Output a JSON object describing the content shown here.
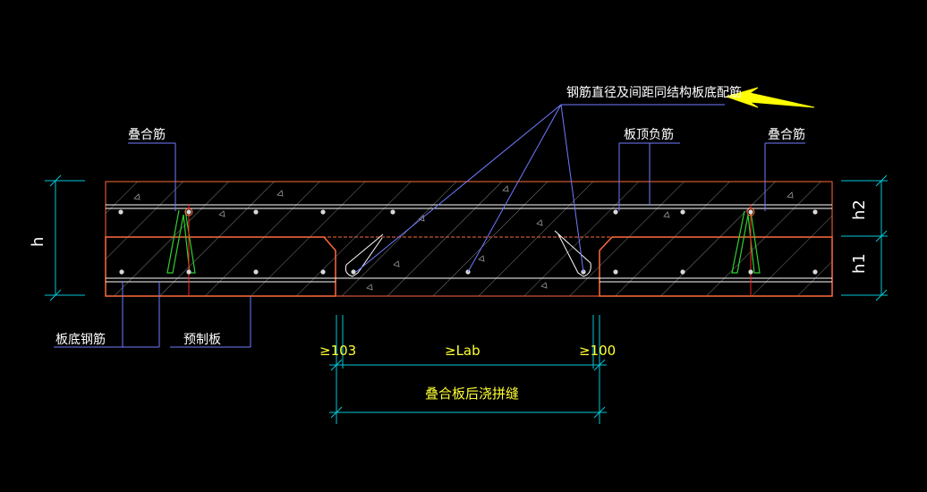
{
  "labels": {
    "note_callout": "钢筋直径及间距同结构板底配筋",
    "lap_bar_left": "叠合筋",
    "lap_bar_right": "叠合筋",
    "top_negative_bar": "板顶负筋",
    "bottom_bar": "板底钢筋",
    "precast_slab": "预制板",
    "dim_h": "h",
    "dim_h1": "h1",
    "dim_h2": "h2",
    "dim_left_min": "≥103",
    "dim_lab": "≥Lab",
    "dim_right_min": "≥100",
    "joint_label": "叠合板后浇拼缝"
  },
  "colors": {
    "background": "#000000",
    "concrete_outline": "#ff6a3d",
    "hatch": "#808080",
    "rebar_line": "#ffffff",
    "leader": "#6f7cff",
    "dimension": "#00c8d8",
    "truss": "#2fd12f",
    "truss_center": "#ff2020",
    "arrow": "#ffff00"
  }
}
